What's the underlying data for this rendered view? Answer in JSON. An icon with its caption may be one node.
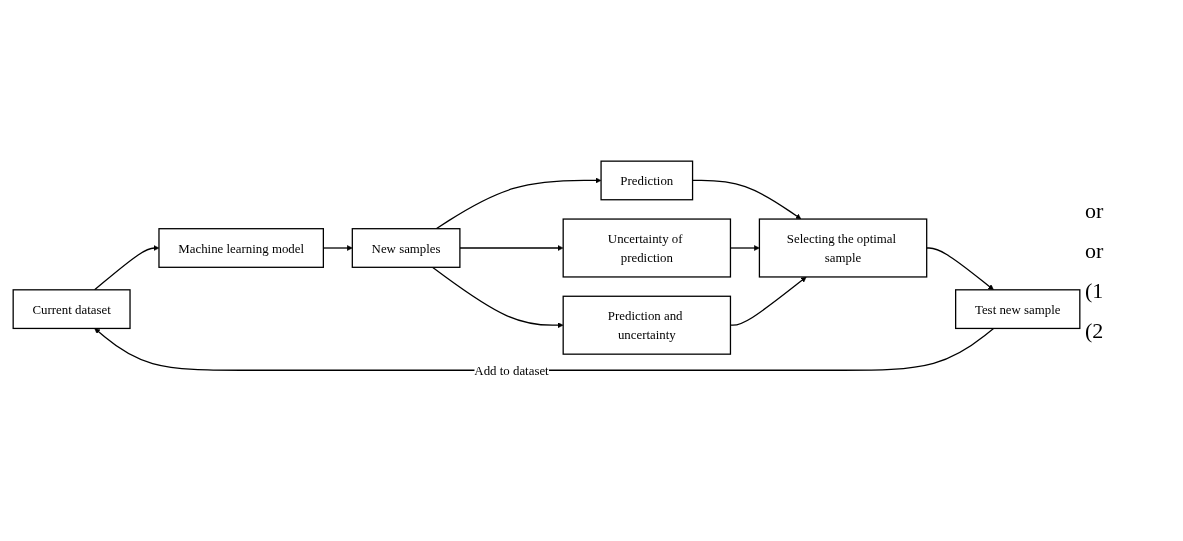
{
  "diagram": {
    "nodes": [
      {
        "text": [
          "Current dataset"
        ]
      },
      {
        "text": [
          "Machine learning model"
        ]
      },
      {
        "text": [
          "New samples"
        ]
      },
      {
        "text": [
          "Prediction"
        ]
      },
      {
        "text": [
          "Uncertainty of prediction"
        ]
      },
      {
        "text": [
          "Prediction and uncertainty"
        ]
      },
      {
        "text": [
          "Selecting the optimal sample"
        ]
      },
      {
        "text": [
          "Test new sample"
        ]
      }
    ],
    "edges": [
      {
        "from": 0,
        "to": 1,
        "arrow": "to"
      },
      {
        "from": 1,
        "to": 2,
        "arrow": "to"
      },
      {
        "from": 2,
        "to": 3,
        "arrow": "to"
      },
      {
        "from": 2,
        "to": 4,
        "arrow": "to"
      },
      {
        "from": 2,
        "to": 5,
        "arrow": "to"
      },
      {
        "from": 3,
        "to": 6,
        "arrow": "to"
      },
      {
        "from": 4,
        "to": 6,
        "arrow": "to"
      },
      {
        "from": 5,
        "to": 6,
        "arrow": "to"
      },
      {
        "from": 6,
        "to": 7,
        "arrow": "to"
      },
      {
        "from": 7,
        "to": 0,
        "arrow": "to",
        "label": "Add to dataset"
      }
    ],
    "labels": [
      "or",
      "or",
      "(1",
      "(2"
    ]
  }
}
